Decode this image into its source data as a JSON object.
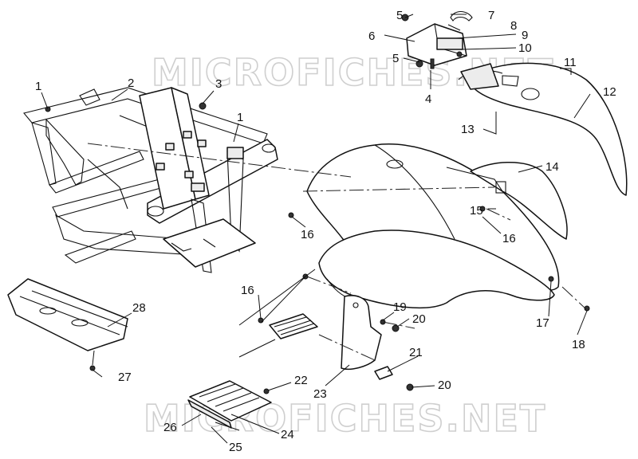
{
  "watermark": {
    "top": "MICROFICHES.NET",
    "bottom": "MICROFICHES.NET"
  },
  "callouts": {
    "c1a": "1",
    "c1b": "1",
    "c2": "2",
    "c3": "3",
    "c4": "4",
    "c5a": "5",
    "c5b": "5",
    "c6": "6",
    "c7": "7",
    "c8": "8",
    "c9": "9",
    "c10": "10",
    "c11": "11",
    "c12": "12",
    "c13": "13",
    "c14": "14",
    "c15": "15",
    "c16a": "16",
    "c16b": "16",
    "c16c": "16",
    "c17": "17",
    "c18": "18",
    "c19": "19",
    "c20a": "20",
    "c20b": "20",
    "c21": "21",
    "c22": "22",
    "c23": "23",
    "c24": "24",
    "c25": "25",
    "c26": "26",
    "c27": "27",
    "c28": "28"
  }
}
